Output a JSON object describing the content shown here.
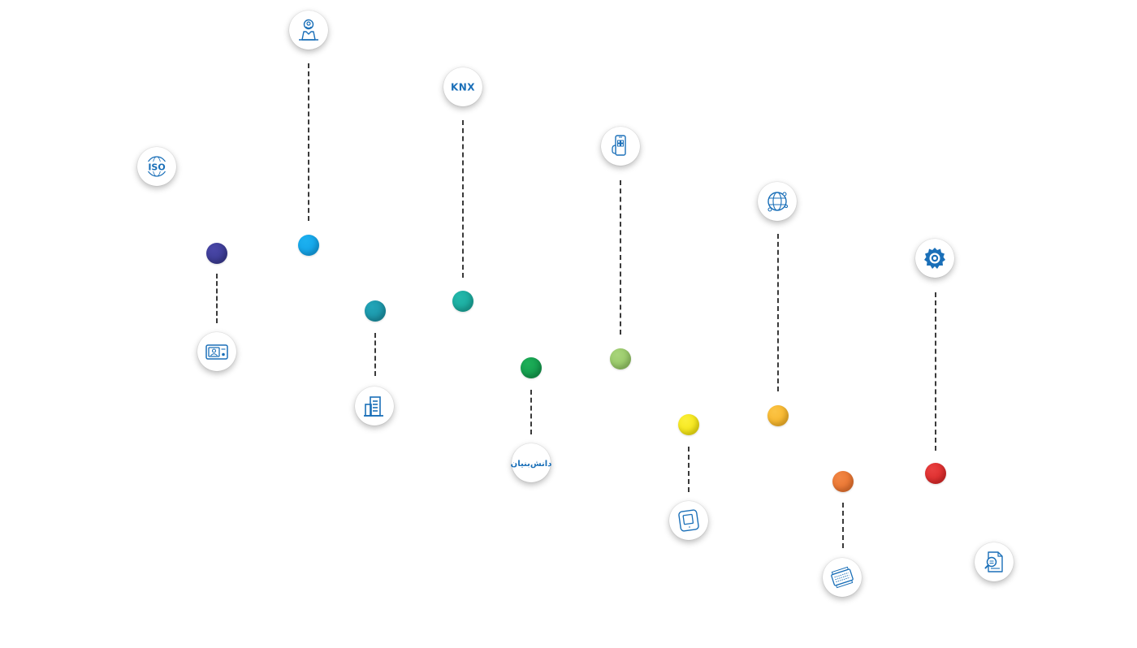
{
  "milestones": [
    {
      "icon": "iso-certificate-icon",
      "label": "ISO",
      "dot_color": "#3b3b93",
      "dot_color_2": "#4a47a8",
      "stem": "down"
    },
    {
      "icon": "employee-profile-icon",
      "label": "",
      "dot_color": "#14a3e8",
      "dot_color_2": "#1cb1f0",
      "stem": "up"
    },
    {
      "icon": "office-building-icon",
      "label": "",
      "dot_color": "#1b93a6",
      "dot_color_2": "#22a5b8",
      "stem": "down"
    },
    {
      "icon": "knx-standard-icon",
      "label": "KNX",
      "dot_color": "#1aa99c",
      "dot_color_2": "#23b8ab",
      "stem": "up"
    },
    {
      "icon": "knowledge-based-company-icon",
      "label": "دانش‌بنیان",
      "dot_color": "#139a4c",
      "dot_color_2": "#1daf58",
      "stem": "down"
    },
    {
      "icon": "smart-home-app-icon",
      "label": "",
      "dot_color": "#95c766",
      "dot_color_2": "#a8d47a",
      "stem": "up"
    },
    {
      "icon": "touch-panel-icon",
      "label": "",
      "dot_color": "#f4e514",
      "dot_color_2": "#fbef3a",
      "stem": "down"
    },
    {
      "icon": "global-network-icon",
      "label": "",
      "dot_color": "#f7b52a",
      "dot_color_2": "#fbc446",
      "stem": "up"
    },
    {
      "icon": "control-module-icon",
      "label": "",
      "dot_color": "#ea7430",
      "dot_color_2": "#f18644",
      "stem": "down"
    },
    {
      "icon": "engineering-gear-icon",
      "label": "",
      "dot_color": "#dc2a2a",
      "dot_color_2": "#e84040",
      "stem": "up"
    },
    {
      "icon": "document-search-icon",
      "label": "",
      "dot_color": "",
      "dot_color_2": "",
      "stem": "none"
    }
  ],
  "colors": {
    "icon_blue": "#1a6fb8",
    "stem": "#3a3a3a"
  }
}
